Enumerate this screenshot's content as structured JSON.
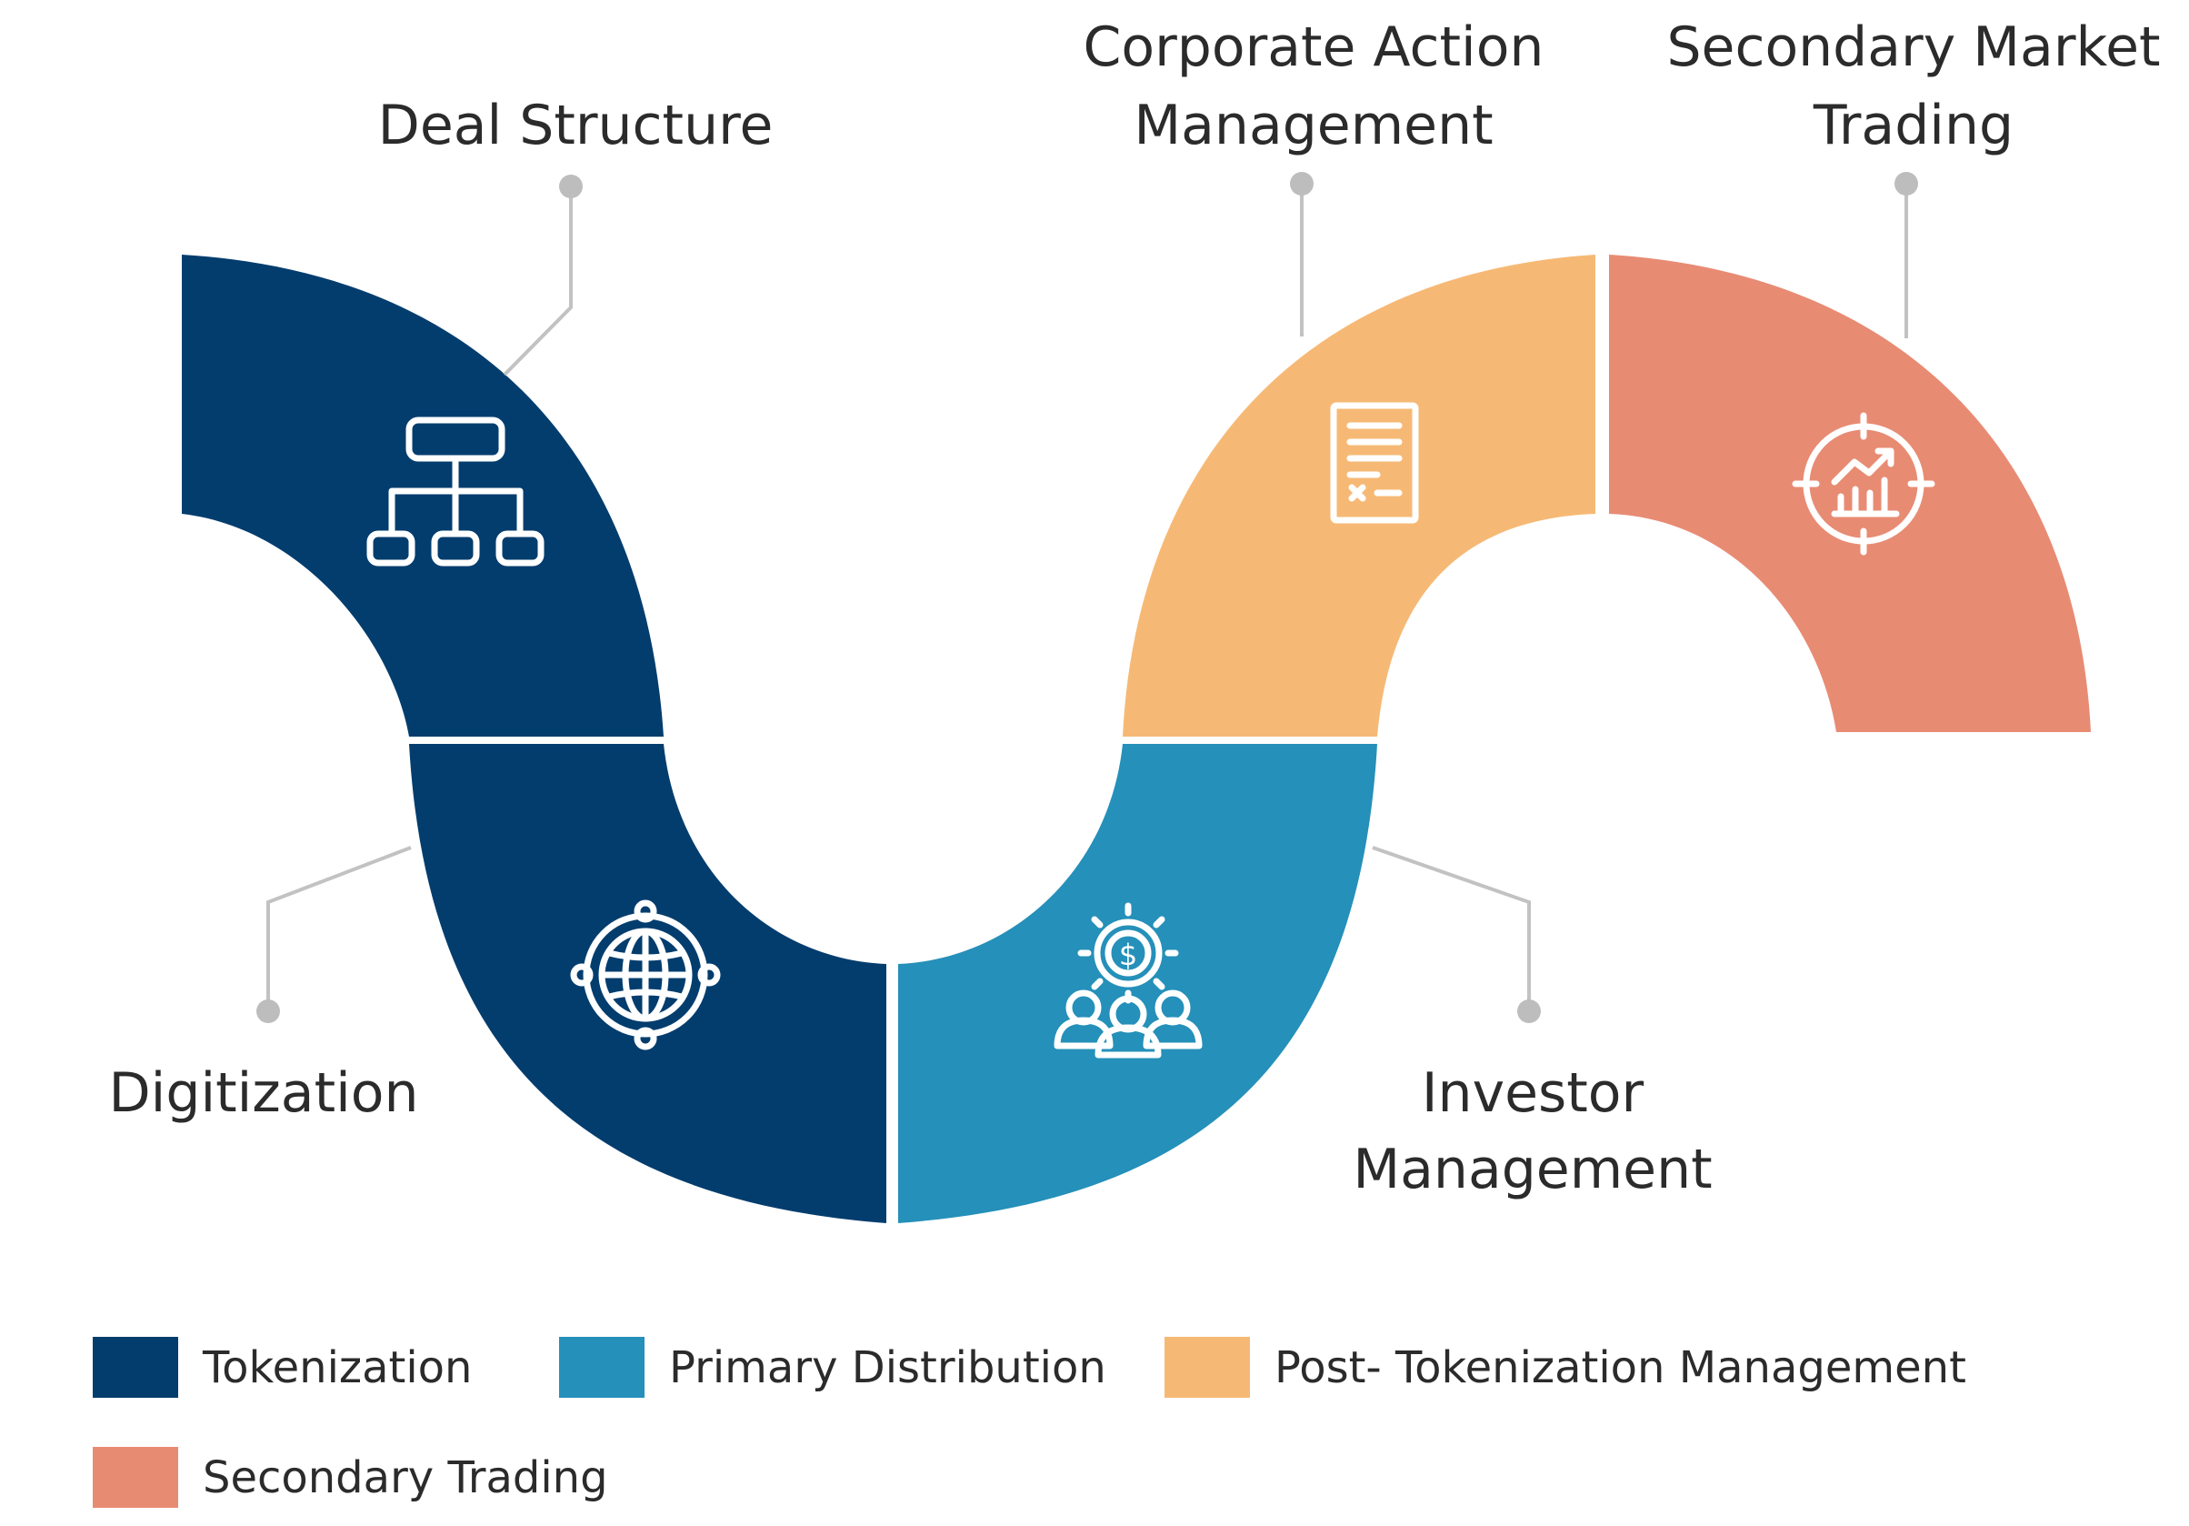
{
  "colors": {
    "tokenization": "#033d6e",
    "primary_distribution": "#2590b9",
    "post_tokenization": "#f6b975",
    "secondary_trading": "#e88b73"
  },
  "stages": [
    {
      "id": "deal-structure",
      "label_lines": [
        "Deal Structure"
      ],
      "group": "tokenization",
      "icon": "hierarchy-icon"
    },
    {
      "id": "digitization",
      "label_lines": [
        "Digitization"
      ],
      "group": "tokenization",
      "icon": "globe-icon"
    },
    {
      "id": "investor-management",
      "label_lines": [
        "Investor",
        "Management"
      ],
      "group": "primary_distribution",
      "icon": "investors-icon"
    },
    {
      "id": "corporate-action-management",
      "label_lines": [
        "Corporate Action",
        "Management"
      ],
      "group": "post_tokenization",
      "icon": "document-icon"
    },
    {
      "id": "secondary-market-trading",
      "label_lines": [
        "Secondary Market",
        "Trading"
      ],
      "group": "secondary_trading",
      "icon": "growth-chart-icon"
    }
  ],
  "legend": [
    {
      "label": "Tokenization",
      "color": "#033d6e"
    },
    {
      "label": "Primary Distribution",
      "color": "#2590b9"
    },
    {
      "label": "Post- Tokenization Management",
      "color": "#f6b975"
    },
    {
      "label": "Secondary Trading",
      "color": "#e88b73"
    }
  ]
}
